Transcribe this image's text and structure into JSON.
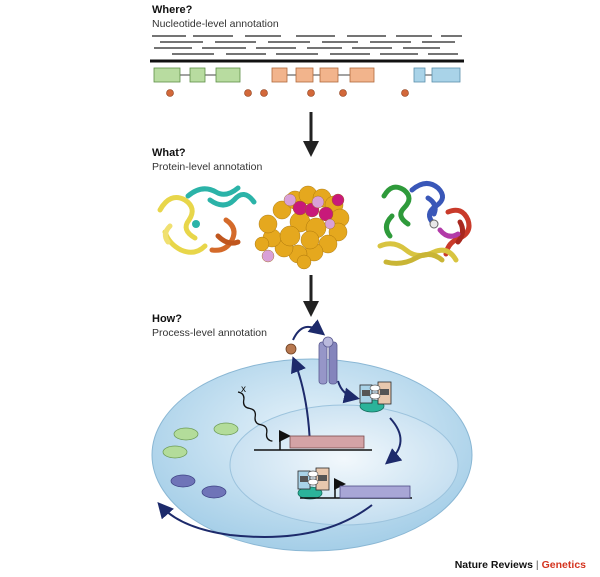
{
  "sections": [
    {
      "heading": "Where?",
      "subtitle": "Nucleotide-level annotation"
    },
    {
      "heading": "What?",
      "subtitle": "Protein-level annotation"
    },
    {
      "heading": "How?",
      "subtitle": "Process-level annotation"
    }
  ],
  "mutation_marker": "x",
  "credit": {
    "publisher": "Nature Reviews",
    "separator": "|",
    "journal": "Genetics"
  },
  "colors": {
    "exon_green": "#b8dca0",
    "exon_orange": "#f2b48c",
    "exon_blue": "#a9d3e8",
    "snp_dot": "#d2683a",
    "cell": "#c8e2f2",
    "nucleus": "#daecf8",
    "protein_gold": "#e5a81e",
    "protein_magenta": "#c8197a",
    "arrow_navy": "#1d2a6b",
    "journal_red": "#d4341f"
  }
}
